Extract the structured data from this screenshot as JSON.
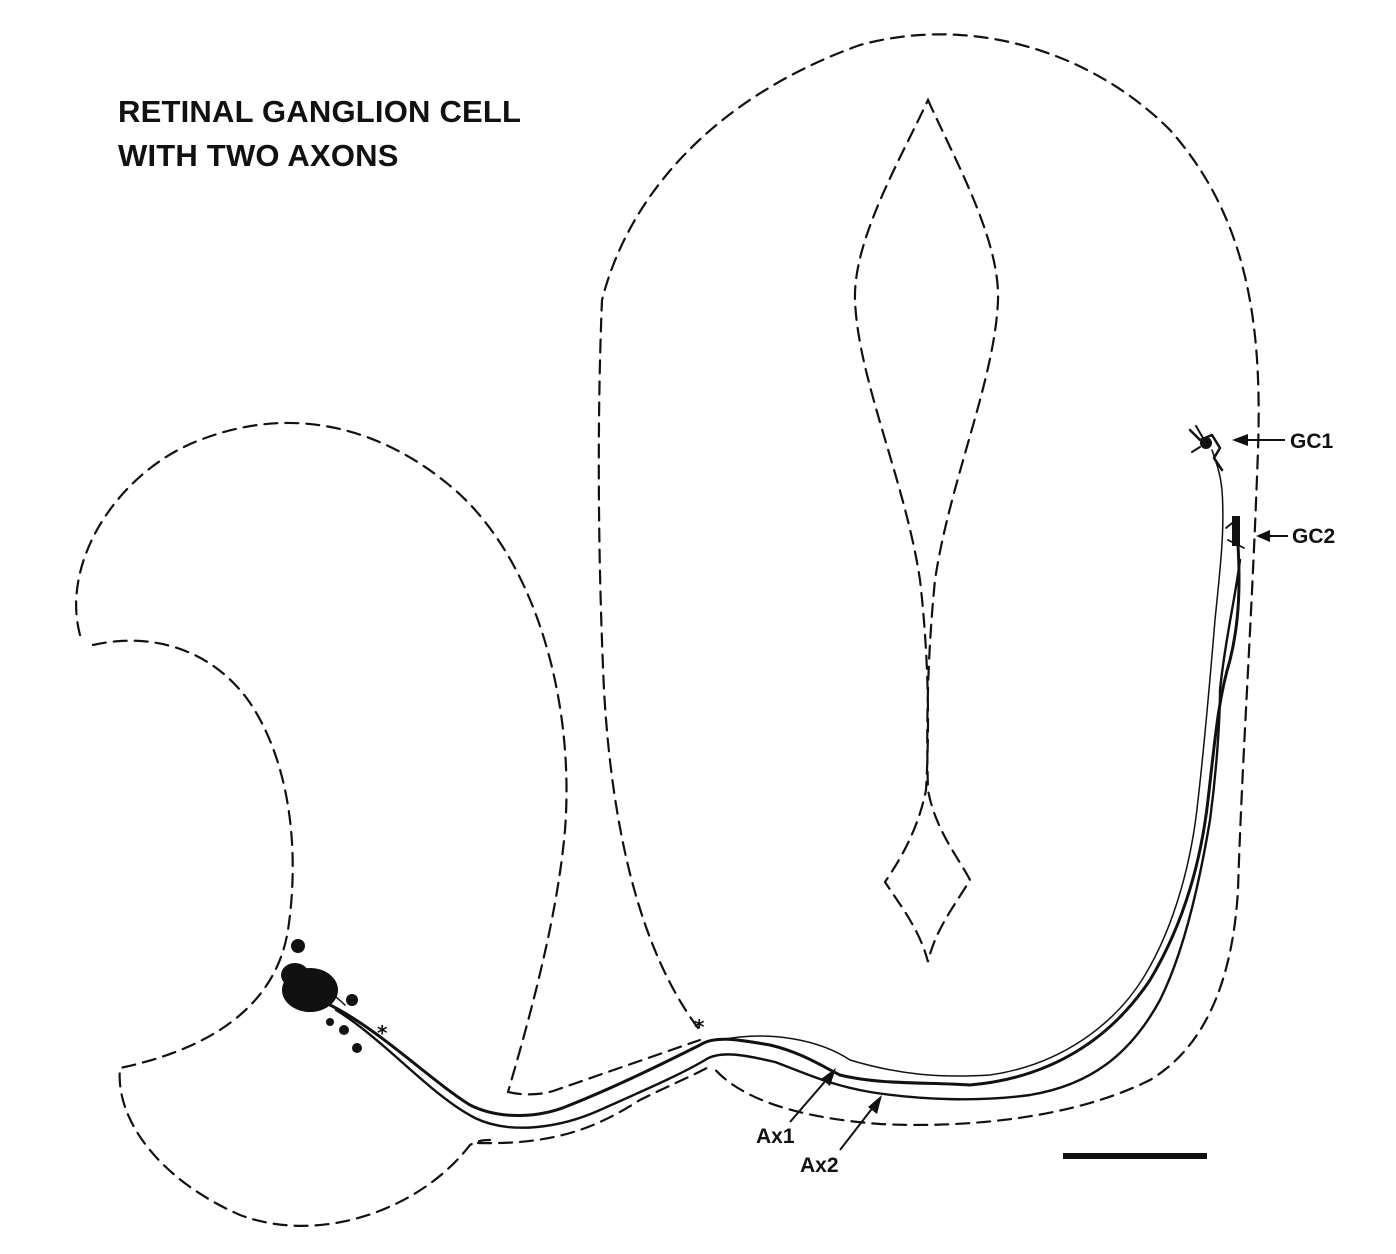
{
  "figure": {
    "title_lines": [
      "RETINAL GANGLION CELL",
      "WITH TWO AXONS"
    ],
    "labels": {
      "gc1": "GC1",
      "gc2": "GC2",
      "ax1": "Ax1",
      "ax2": "Ax2"
    },
    "markers": {
      "tectum_mark": "*",
      "chiasm_mark": "*"
    },
    "has_scale_bar": true,
    "line_color": "#111111",
    "background_color": "#ffffff"
  }
}
